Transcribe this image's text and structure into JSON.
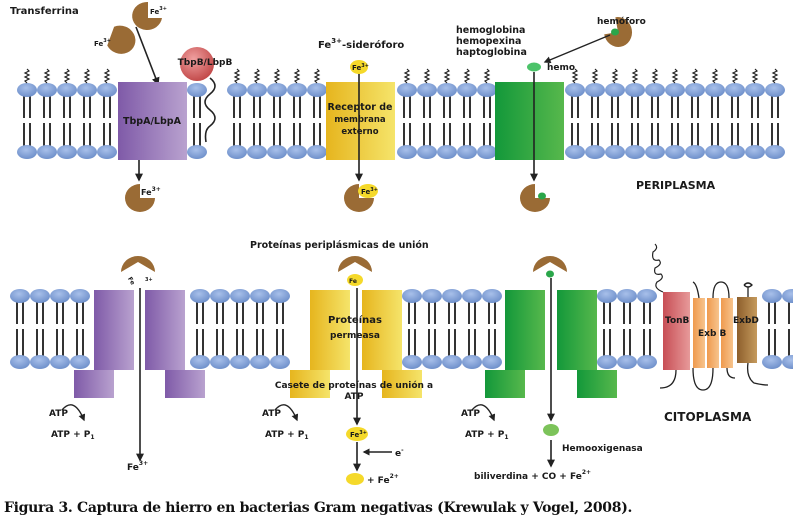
{
  "figure": {
    "caption": "Figura 3. Captura de hierro en bacterias Gram negativas (Krewulak y Vogel, 2008)."
  },
  "compartments": {
    "top": "PERIPLASMA",
    "bottom": "CITOPLASMA"
  },
  "outer_membrane": {
    "transferrin": {
      "label": "Transferrina",
      "ion_1": "Fe",
      "ion_1_charge": "3+",
      "ion_2": "Fe",
      "ion_2_charge": "3+",
      "coreceptor": "TbpB/LbpB",
      "receptor": "TbpA/LbpA",
      "released_ion": "Fe",
      "released_ion_charge": "3+"
    },
    "siderophore": {
      "label": "Fe",
      "label_charge": "3+",
      "label_suffix": "-sideróforo",
      "bound_ion": "Fe",
      "bound_ion_charge": "3+",
      "receptor_line1": "Receptor de",
      "receptor_line2": "membrana",
      "receptor_line3": "externo",
      "released_ion": "Fe",
      "released_ion_charge": "3+"
    },
    "heme": {
      "sources": [
        "hemoglobina",
        "hemopexina",
        "haptoglobina"
      ],
      "hemophore": "hemóforo",
      "heme_label": "hemo"
    }
  },
  "inner_membrane": {
    "periplasmic_binding_label": "Proteínas periplásmicas de unión",
    "transferrin_path": {
      "bound_ion": "Fe",
      "bound_ion_charge": "3+",
      "atp": "ATP",
      "atp_products": "ATP + P",
      "atp_products_sub": "1",
      "released_ion": "Fe",
      "released_ion_charge": "3+"
    },
    "siderophore_path": {
      "bound_ion": "Fe",
      "permease_line1": "Proteínas",
      "permease_line2": "permeasa",
      "abc_line1": "Casete de proteínas de unión a",
      "abc_line2": "ATP",
      "atp": "ATP",
      "atp_products": "ATP + P",
      "atp_products_sub": "1",
      "ion": "Fe",
      "ion_charge": "3+",
      "electron": "e",
      "electron_charge": "-",
      "product": "+ Fe",
      "product_charge": "2+"
    },
    "heme_path": {
      "atp": "ATP",
      "atp_products": "ATP + P",
      "atp_products_sub": "1",
      "enzyme": "Hemooxigenasa",
      "products": "biliverdina + CO + Fe",
      "products_charge": "2+"
    },
    "ton_complex": {
      "tonb": "TonB",
      "exbb": "Exb B",
      "exbd": "ExbD"
    }
  },
  "colors": {
    "lipid_head": "#7f9fd6",
    "tbp_purple": "#8e6bb3",
    "tbpb_red": "#cf5a5a",
    "siderophore_yellow": "#f0cf3a",
    "heme_green": "#1ea23f",
    "binding_protein_brown": "#9a6b35",
    "tonb": "#d86b6b",
    "exbb": "#f2a35a",
    "exbd": "#a97a3d"
  }
}
